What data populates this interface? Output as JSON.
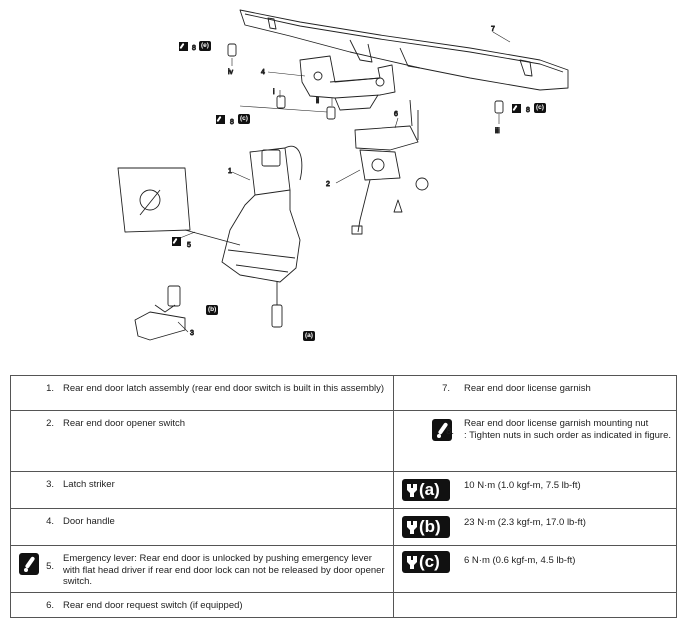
{
  "diagram": {
    "callouts": [
      "1",
      "2",
      "3",
      "4",
      "5",
      "6",
      "7",
      "8",
      "i",
      "ii",
      "iii",
      "iv"
    ],
    "torque_tags": [
      "(a)",
      "(b)",
      "(c)",
      "(e)"
    ]
  },
  "legend": {
    "rows": [
      {
        "left_num": "1.",
        "left_text": "Rear end door latch assembly (rear end door switch is built in this assembly)",
        "left_icon": "",
        "right_num": "7.",
        "right_text": "Rear end door license garnish",
        "right_icon": ""
      },
      {
        "left_num": "2.",
        "left_text": "Rear end door opener switch",
        "left_icon": "",
        "right_num": "8.",
        "right_text": "Rear end door license garnish mounting nut\n: Tighten nuts in such order as indicated in figure.",
        "right_icon": "lever-icon"
      },
      {
        "left_num": "3.",
        "left_text": "Latch striker",
        "left_icon": "",
        "right_num": "",
        "right_text": "10 N·m (1.0 kgf-m, 7.5 lb-ft)",
        "right_icon": "torque-icon-a",
        "right_icon_letter": "(a)"
      },
      {
        "left_num": "4.",
        "left_text": "Door handle",
        "left_icon": "",
        "right_num": "",
        "right_text": "23 N·m (2.3 kgf-m, 17.0 lb-ft)",
        "right_icon": "torque-icon-b",
        "right_icon_letter": "(b)"
      },
      {
        "left_num": "5.",
        "left_text": "Emergency lever: Rear end door is unlocked by pushing emergency lever with flat head driver if rear end door lock can not be released by door opener switch.",
        "left_icon": "lever-icon",
        "right_num": "",
        "right_text": "6 N·m (0.6 kgf-m, 4.5 lb-ft)",
        "right_icon": "torque-icon-c",
        "right_icon_letter": "(c)"
      },
      {
        "left_num": "6.",
        "left_text": "Rear end door request switch (if equipped)",
        "left_icon": "",
        "right_num": "",
        "right_text": "",
        "right_icon": ""
      }
    ]
  }
}
